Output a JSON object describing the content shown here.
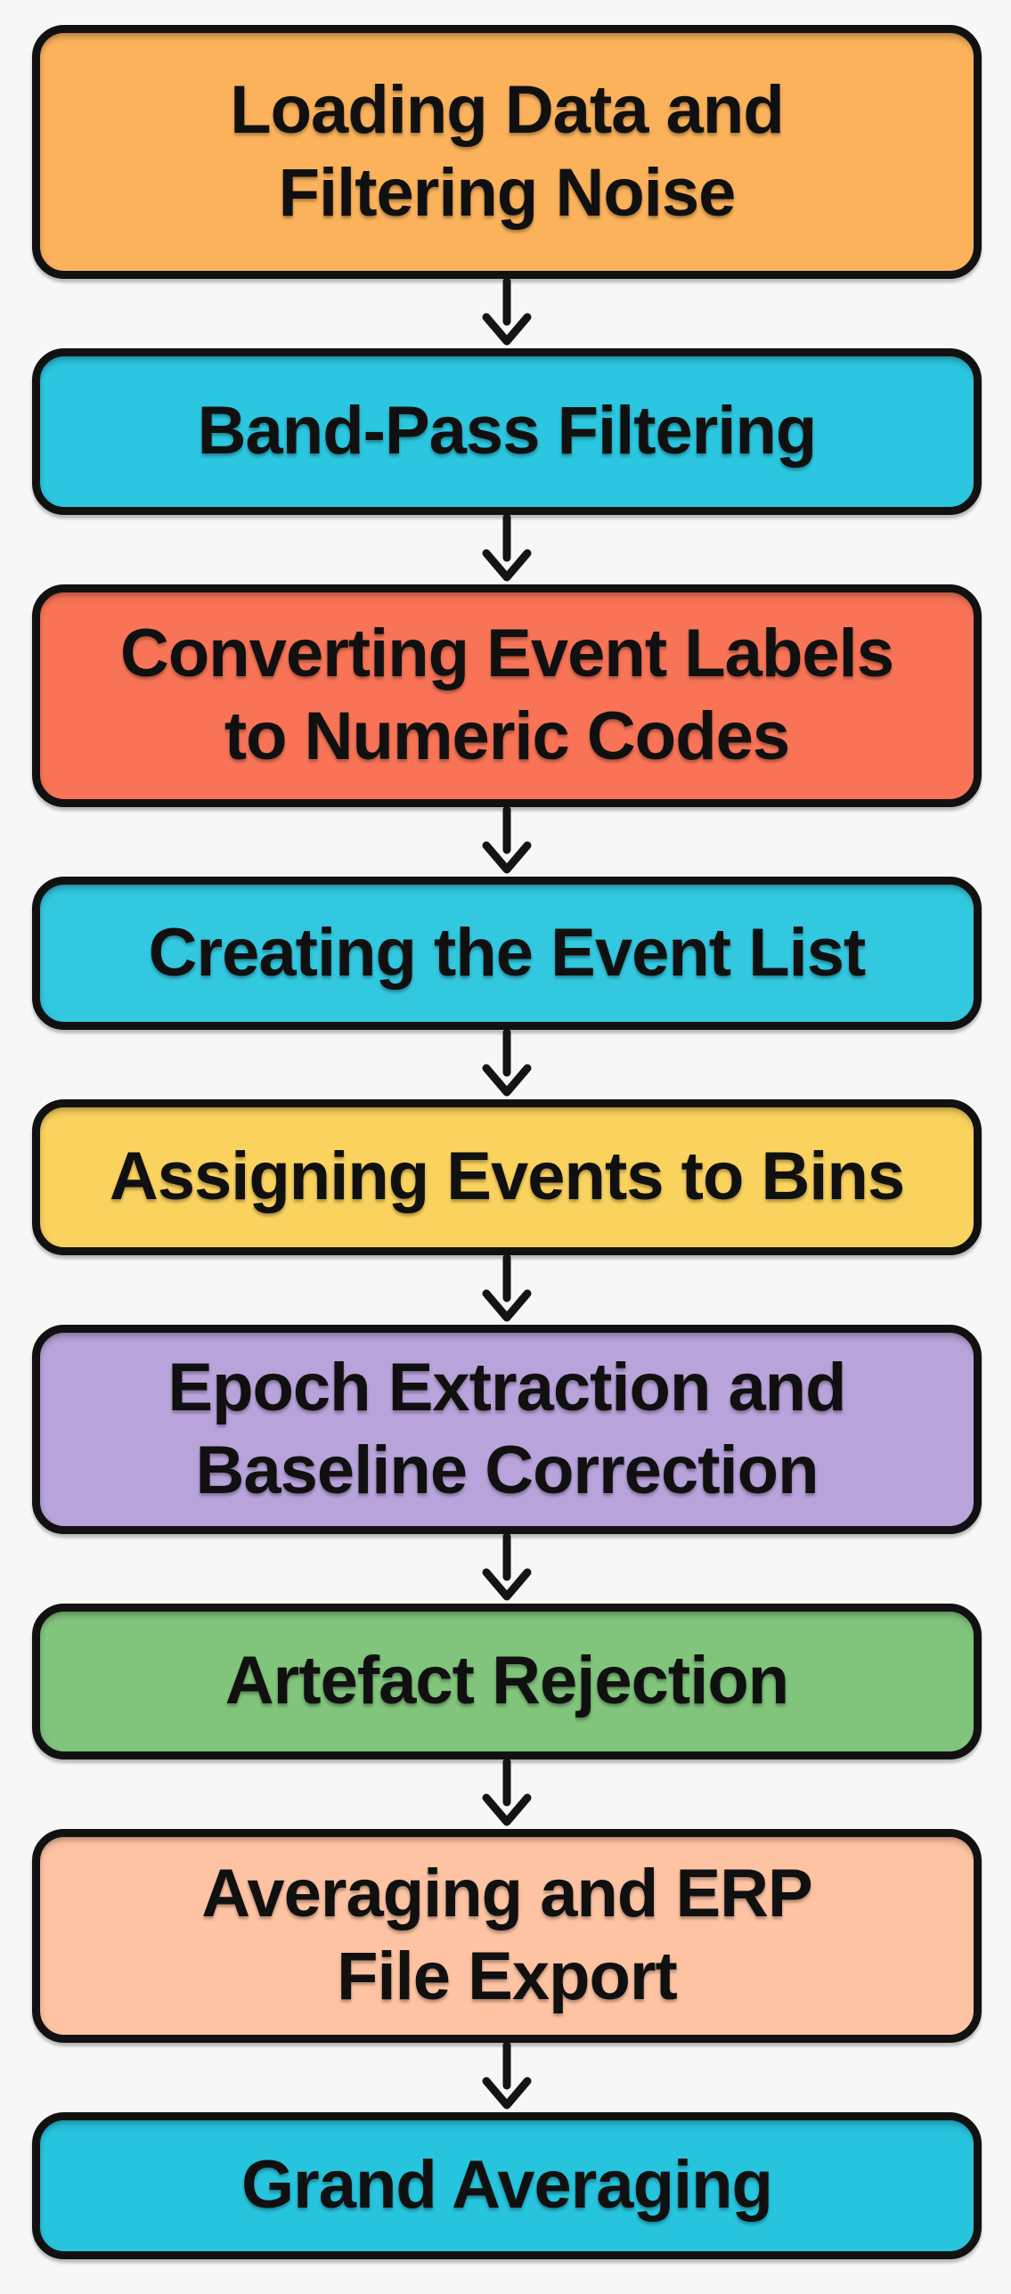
{
  "diagram": {
    "type": "flowchart",
    "direction": "top-down",
    "steps": [
      {
        "label": "Loading Data and Filtering Noise",
        "color": "#FBB25B"
      },
      {
        "label": "Band-Pass Filtering",
        "color": "#2BC6DF"
      },
      {
        "label": "Converting Event Labels to Numeric Codes",
        "color": "#F97457"
      },
      {
        "label": "Creating the Event List",
        "color": "#32C8E0"
      },
      {
        "label": "Assigning Events to Bins",
        "color": "#FAD25E"
      },
      {
        "label": "Epoch Extraction and Baseline Correction",
        "color": "#B9A3DB"
      },
      {
        "label": "Artefact Rejection",
        "color": "#81C47B"
      },
      {
        "label": "Averaging and ERP File Export",
        "color": "#FEC3A2"
      },
      {
        "label": "Grand Averaging",
        "color": "#27C4DE"
      }
    ],
    "connector": {
      "icon": "arrow-down-icon",
      "color": "#141414"
    },
    "colors": {
      "border": "#111111",
      "background": "#F7F7F8",
      "text": "#101010"
    }
  }
}
